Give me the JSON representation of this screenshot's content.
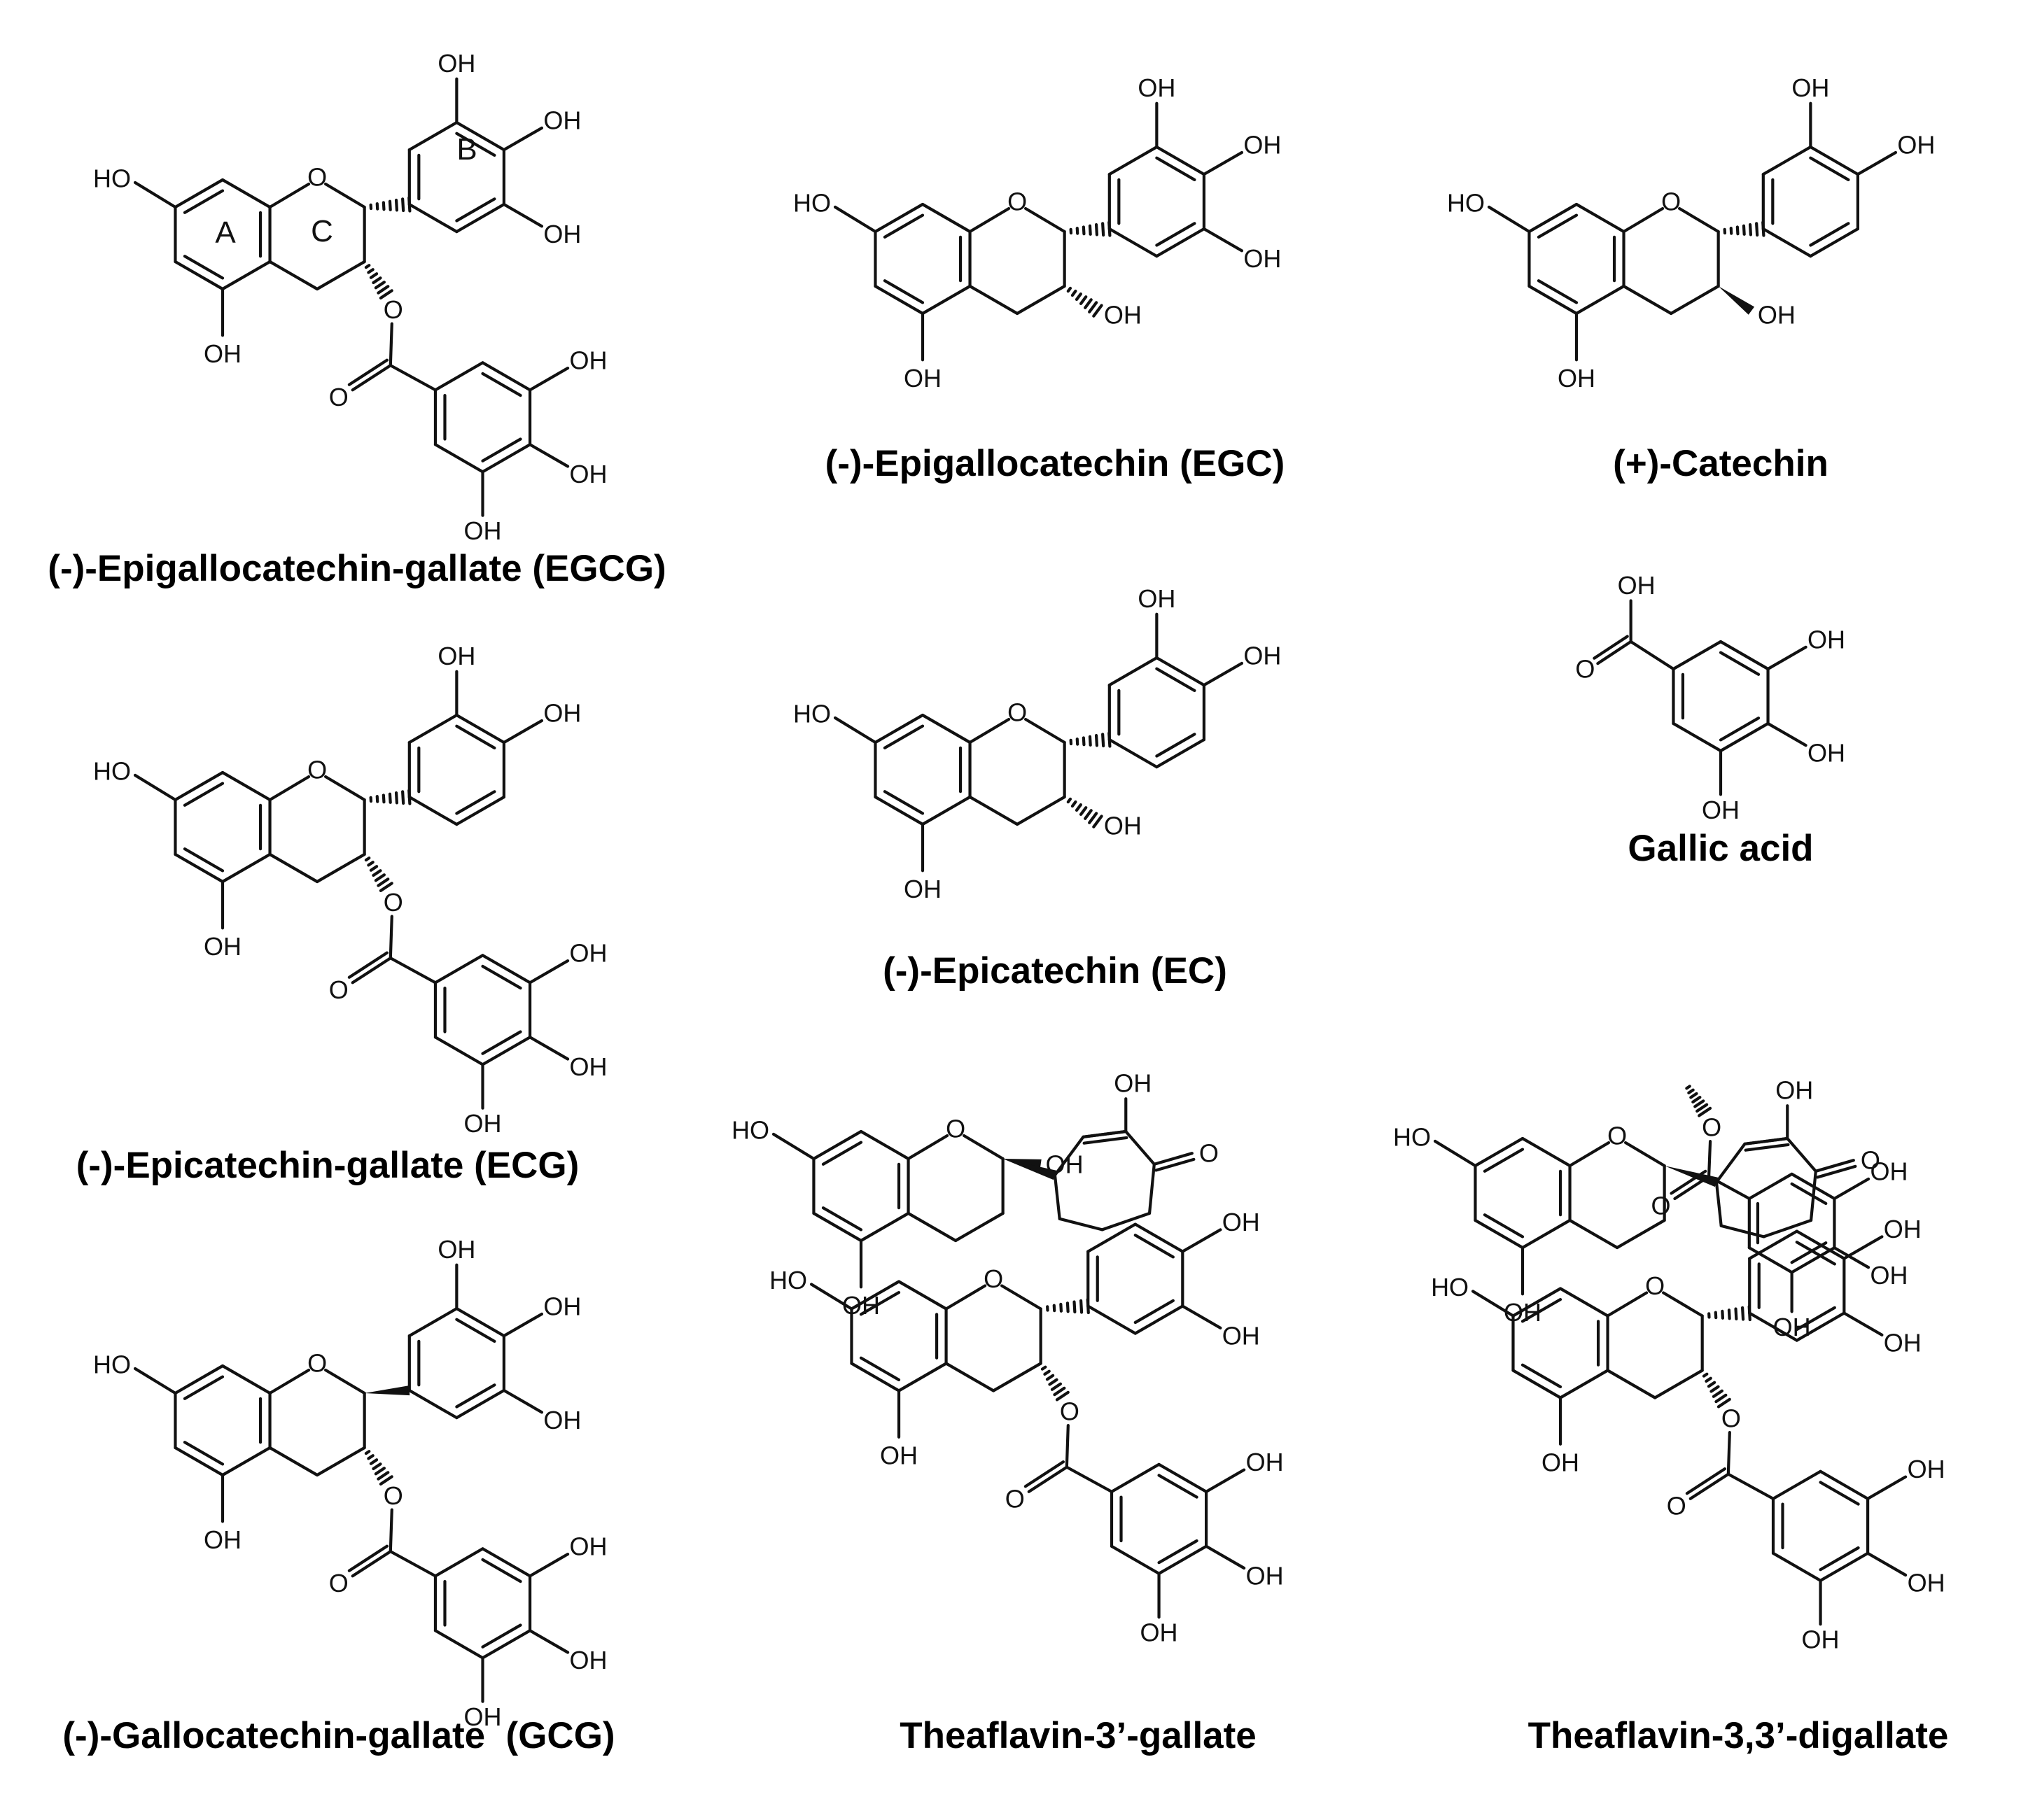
{
  "figure": {
    "compounds": [
      {
        "name": "(-)-Epigallocatechin-gallate (EGCG)",
        "ring_labels": [
          "A",
          "B",
          "C"
        ]
      },
      {
        "name": "(-)-Epigallocatechin (EGC)"
      },
      {
        "name": "(+)-Catechin"
      },
      {
        "name": "(-)-Epicatechin-gallate (ECG)"
      },
      {
        "name": "(-)-Epicatechin (EC)"
      },
      {
        "name": "Gallic acid"
      },
      {
        "name": "(-)-Gallocatechin-gallate  (GCG)"
      },
      {
        "name": "Theaflavin-3’-gallate"
      },
      {
        "name": "Theaflavin-3,3’-digallate"
      }
    ],
    "atom_labels": {
      "hydroxyl": "OH",
      "hydroxyl_left": "HO",
      "oxygen": "O"
    }
  }
}
